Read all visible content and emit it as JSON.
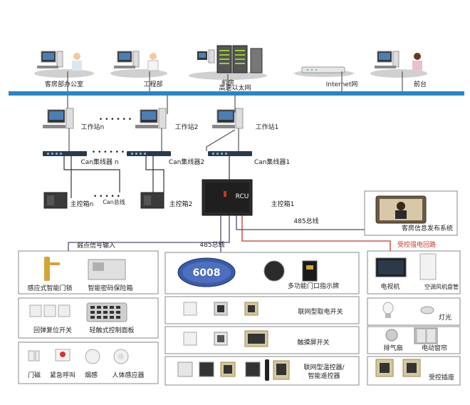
{
  "top": {
    "office": "客房部办公室",
    "engineering": "工程部",
    "machine_room": "机房",
    "internet": "Internet网",
    "front_desk": "前台"
  },
  "bus": {
    "ethernet": "高速以太网"
  },
  "workstations": {
    "n": "工作站n",
    "two": "工作站2",
    "one": "工作站1"
  },
  "hubs": {
    "n": "Can集线器 n",
    "two": "Can集线器2",
    "one": "Can集线器1"
  },
  "controllers": {
    "n": "主控箱n",
    "two": "主控箱2",
    "one": "主控箱1",
    "can_bus": "Can总线",
    "rcu": "RCU"
  },
  "lines": {
    "weak_input": "弱点信号输入",
    "bus485_right": "485总线",
    "bus485_left": "485总线",
    "strong_loop": "受控强电回路"
  },
  "guest_info": "客房信息发布系统",
  "panel1": {
    "lock": "感应式智能门锁",
    "safe": "智能密码保险箱",
    "door_number": "6008",
    "door_sign": "多功能门口指示牌"
  },
  "panel2": {
    "reset_switch": "回弹复位开关",
    "touch_panel": "轻触式控制面板",
    "card_switch": "联网型取电开关"
  },
  "panel3": {
    "touch_screen": "触摸屏开关"
  },
  "panel4": {
    "magnet": "门磁",
    "emergency": "紧急呼叫",
    "smoke": "烟感",
    "motion": "人体感应器",
    "remote": "联网型温控器/智能遥控器"
  },
  "right": {
    "tv": "电视机",
    "ac": "空调风机盘管",
    "light": "灯光",
    "fan": "排气扇",
    "curtain": "电动窗帘",
    "socket": "受控插座"
  }
}
